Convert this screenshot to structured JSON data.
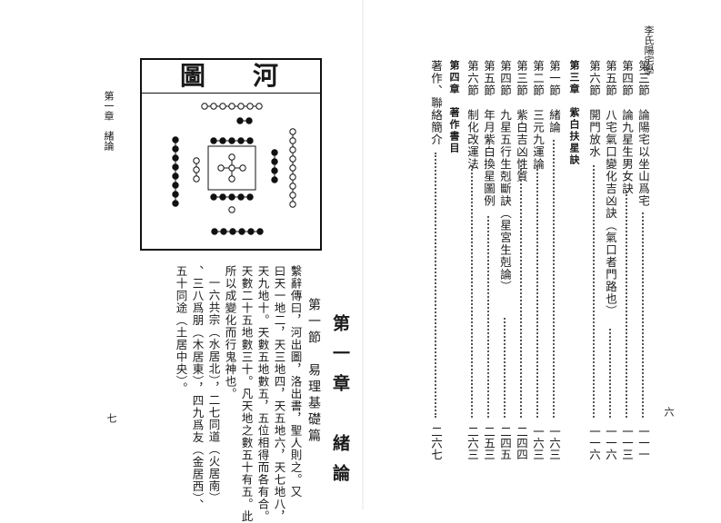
{
  "left_page": {
    "running_head": "第一章　緒論",
    "folio": "七",
    "figure": {
      "title_chars": [
        "河",
        "圖"
      ]
    },
    "chapter_heading": "第一章　緒論",
    "section_heading": "第一節　易理基礎篇",
    "body_lines": [
      "繫辭傳曰，河出圖，洛出書，聖人則之。又",
      "曰天一地二，天三地四，天五地六，天七地八，",
      "天九地十。天數五地數五，五位相得而各有合。",
      "天數二十五地數三十。凡天地之數五十有五。此",
      "所以成變化而行鬼神也。",
      "一六共宗（水居北），二七同道（火居南）",
      "、三八爲朋（木居東），四九爲友（金居西）、",
      "五十同途（土居中央）。"
    ]
  },
  "right_page": {
    "running_head": "李氏陽宅學",
    "folio": "六",
    "toc": [
      {
        "label": "第三節　論陽宅以坐山爲宅",
        "page": "一一一"
      },
      {
        "label": "第四節　論九星生男女訣",
        "page": "一一三"
      },
      {
        "label": "第五節　八宅氣口變化吉凶訣（氣口者門路也）",
        "page": "一一六"
      },
      {
        "label": "第六節　開門放水",
        "page": "一一六"
      },
      {
        "label": "第三章　紫白扶星訣",
        "page": ""
      },
      {
        "label": "第一節　緒論",
        "page": "一六三"
      },
      {
        "label": "第二節　三元九運論",
        "page": "一六三"
      },
      {
        "label": "第三節　紫白吉凶性質",
        "page": "二四四"
      },
      {
        "label": "第四節　九星五行生剋斷訣（星宮生剋論）",
        "page": "二四五"
      },
      {
        "label": "第五節　年月紫白換星圖例",
        "page": "二五三"
      },
      {
        "label": "第六節　制化改運法",
        "page": "二六三"
      },
      {
        "label": "第四章　著作書目",
        "page": ""
      },
      {
        "label": "著作、聯絡簡介",
        "page": "二六七"
      }
    ]
  }
}
